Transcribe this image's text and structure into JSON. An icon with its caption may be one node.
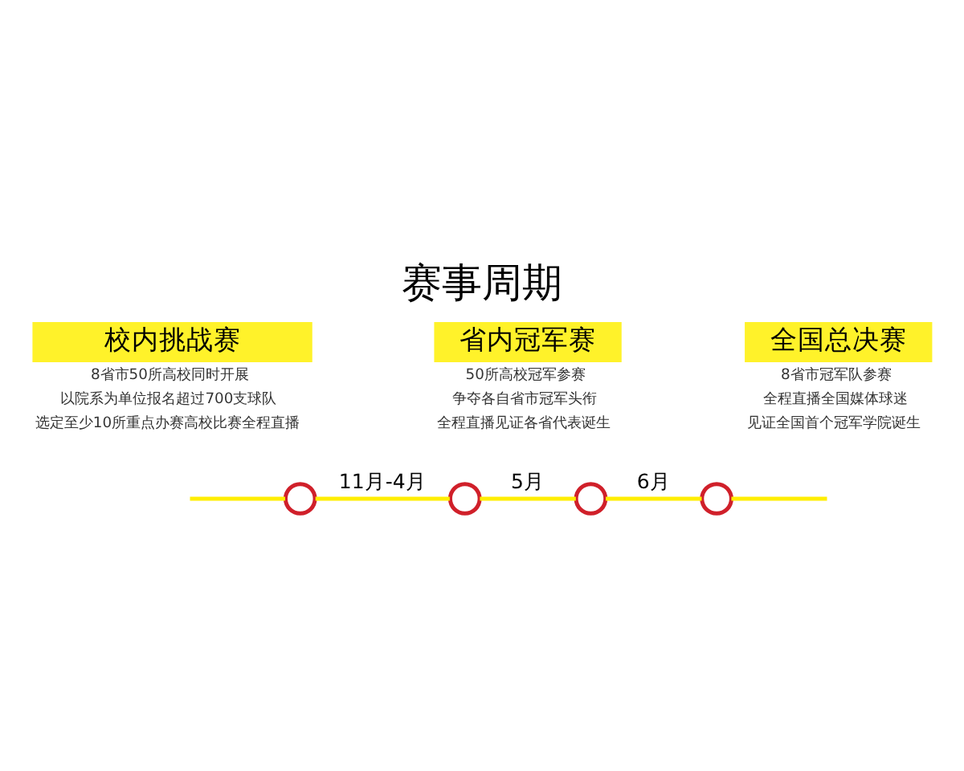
{
  "diagram": {
    "title": "赛事周期",
    "nodes": [
      {
        "text": [
          "校内挑战赛"
        ],
        "beside": [
          "8省市50所高校同时开展",
          "以院系为单位报名超过700支球队",
          "选定至少10所重点办赛高校比赛全程直播"
        ]
      },
      {
        "text": [
          "省内冠军赛"
        ],
        "beside": [
          "50所高校冠军参赛",
          "争夺各自省市冠军头衔",
          "全程直播见证各省代表诞生"
        ]
      },
      {
        "text": [
          "全国总决赛"
        ],
        "beside": [
          "8省市冠军队参赛",
          "全程直播全国媒体球迷",
          "见证全国首个冠军学院诞生"
        ]
      },
      {
        "text": [],
        "shape": "circle"
      },
      {
        "text": [],
        "shape": "circle"
      },
      {
        "text": [],
        "shape": "circle"
      },
      {
        "text": [],
        "shape": "circle"
      }
    ],
    "edges": [
      {
        "from": null,
        "to": 3,
        "arrow": "none"
      },
      {
        "from": 3,
        "to": 4,
        "arrow": "none",
        "label": "11月-4月"
      },
      {
        "from": 4,
        "to": 5,
        "arrow": "none",
        "label": "5月"
      },
      {
        "from": 5,
        "to": 6,
        "arrow": "none",
        "label": "6月"
      },
      {
        "from": 6,
        "to": null,
        "arrow": "none"
      }
    ]
  }
}
